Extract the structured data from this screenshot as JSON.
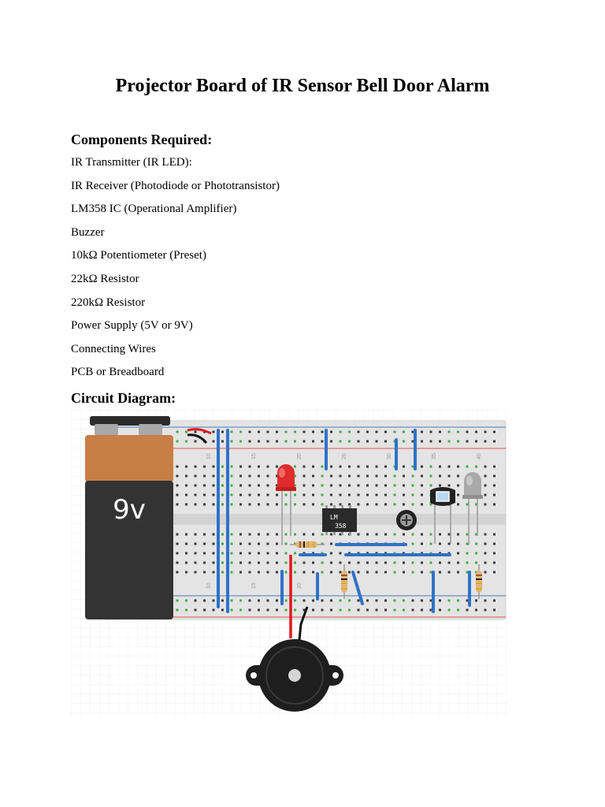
{
  "document": {
    "title": "Projector Board of IR Sensor Bell Door Alarm",
    "components_heading": "Components Required:",
    "components": [
      "IR Transmitter (IR LED):",
      "IR Receiver (Photodiode or Phototransistor)",
      "LM358 IC (Operational Amplifier)",
      "Buzzer",
      "10kΩ Potentiometer (Preset)",
      "22kΩ Resistor",
      "220kΩ Resistor",
      "Power Supply (5V or 9V)",
      "Connecting Wires",
      "PCB or Breadboard"
    ],
    "circuit_heading": "Circuit Diagram:"
  },
  "diagram": {
    "battery_label": "9v",
    "ic_label_line1": "LM",
    "ic_label_line2": "358",
    "column_numbers": [
      "10",
      "15",
      "20",
      "25",
      "30",
      "35",
      "40"
    ],
    "colors": {
      "board": "#e4e4e4",
      "rail_red": "#e0524b",
      "rail_blue": "#4a7cc0",
      "hole": "#3a3a3a",
      "hole_connected": "#3fae49",
      "wire_blue": "#2f72c8",
      "wire_red": "#e01818",
      "battery_body": "#333333",
      "battery_top": "#c77e47",
      "led_red": "#e02c2c",
      "led_gray": "#a9a9a9",
      "buzzer": "#1e1e1e"
    }
  }
}
